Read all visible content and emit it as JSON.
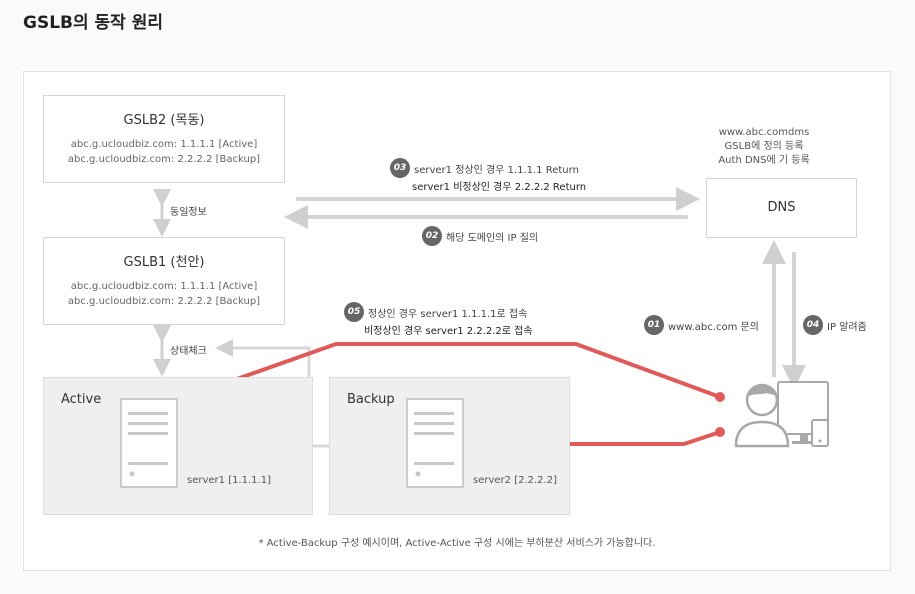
{
  "page": {
    "title": "GSLB의 동작 원리"
  },
  "gslb2": {
    "title": "GSLB2 (목동)",
    "line1": "abc.g.ucloudbiz.com: 1.1.1.1 [Active]",
    "line2": "abc.g.ucloudbiz.com: 2.2.2.2 [Backup]"
  },
  "gslb1": {
    "title": "GSLB1 (천안)",
    "line1": "abc.g.ucloudbiz.com: 1.1.1.1 [Active]",
    "line2": "abc.g.ucloudbiz.com: 2.2.2.2 [Backup]"
  },
  "sync_label": "동일정보",
  "health_label": "상태체크",
  "dns": {
    "title": "DNS",
    "note1": "www.abc.comdms",
    "note2": "GSLB에 정의 등록",
    "note3": "Auth DNS에 기 등록"
  },
  "steps": {
    "s01": {
      "num": "01",
      "text": "www.abc.com 문의"
    },
    "s02": {
      "num": "02",
      "text": "해당 도메인의 IP 질의"
    },
    "s03": {
      "num": "03",
      "line1": "server1 정상인 경우 1.1.1.1 Return",
      "line2": "server1 비정상인 경우 2.2.2.2 Return"
    },
    "s04": {
      "num": "04",
      "text": "IP 알려줌"
    },
    "s05": {
      "num": "05",
      "line1": "정상인 경우 server1 1.1.1.1로 접속",
      "line2": "비정상인 경우 server1 2.2.2.2로 접속"
    }
  },
  "active": {
    "title": "Active",
    "server": "server1 [1.1.1.1]"
  },
  "backup": {
    "title": "Backup",
    "server": "server2 [2.2.2.2]"
  },
  "footnote": "* Active-Backup 구성 예시이며, Active-Active 구성 시에는 부하분산 서비스가 가능합니다.",
  "colors": {
    "red": "#e05a5a",
    "gray_arrow": "#d4d4d4",
    "badge": "#666666"
  },
  "icons": [
    "server-icon",
    "user-icon",
    "monitor-icon",
    "phone-icon"
  ]
}
